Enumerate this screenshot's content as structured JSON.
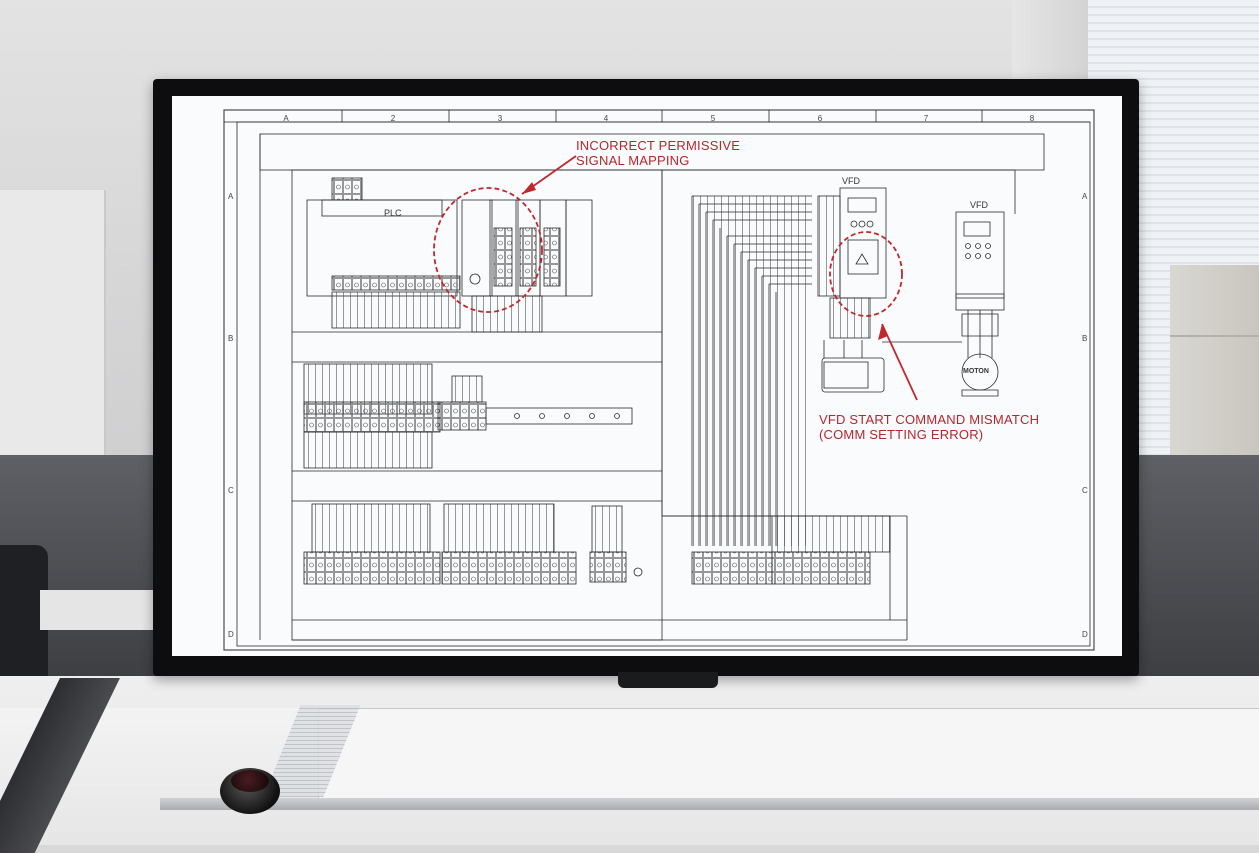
{
  "annotations": {
    "permissive": [
      "INCORRECT PERMISSIVE",
      "SIGNAL MAPPING"
    ],
    "vfd": [
      "VFD START COMMAND MISMATCH",
      "(COMM SETTING ERROR)"
    ]
  },
  "labels": {
    "plc": "PLC",
    "vfd_left": "VFD",
    "vfd_right": "VFD",
    "motor": "MOTON"
  },
  "grid": {
    "columns": [
      "A",
      "2",
      "3",
      "4",
      "5",
      "6",
      "7",
      "8"
    ],
    "rows": [
      "A",
      "B",
      "C",
      "D"
    ]
  },
  "colors": {
    "annotation": "#b6262c",
    "schematic": "#2a2a2a",
    "monitor_bezel": "#0d0d0f"
  }
}
